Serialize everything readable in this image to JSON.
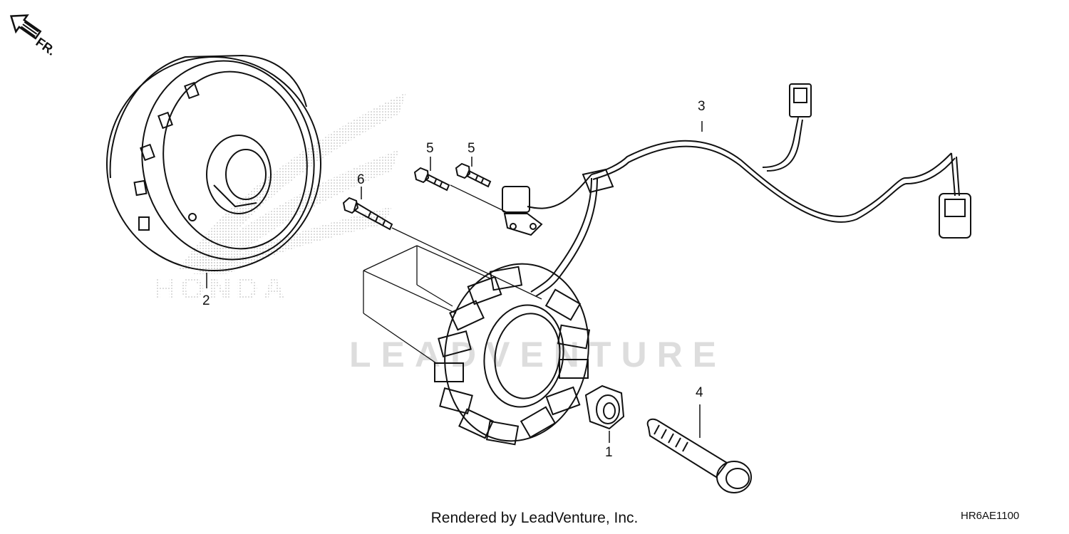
{
  "direction_label": "FR.",
  "callouts": {
    "c1": "1",
    "c2": "2",
    "c3": "3",
    "c4": "4",
    "c5a": "5",
    "c5b": "5",
    "c6": "6"
  },
  "watermark_wing_text": "HONDA",
  "watermark_text": "LEADVENTURE",
  "footer": {
    "credit": "Rendered by LeadVenture, Inc.",
    "code": "HR6AE1100"
  },
  "colors": {
    "line": "#111111",
    "watermark": "#c8c8c8",
    "background": "#ffffff"
  },
  "icons": {
    "direction_arrow": "arrow-up-left-icon"
  }
}
